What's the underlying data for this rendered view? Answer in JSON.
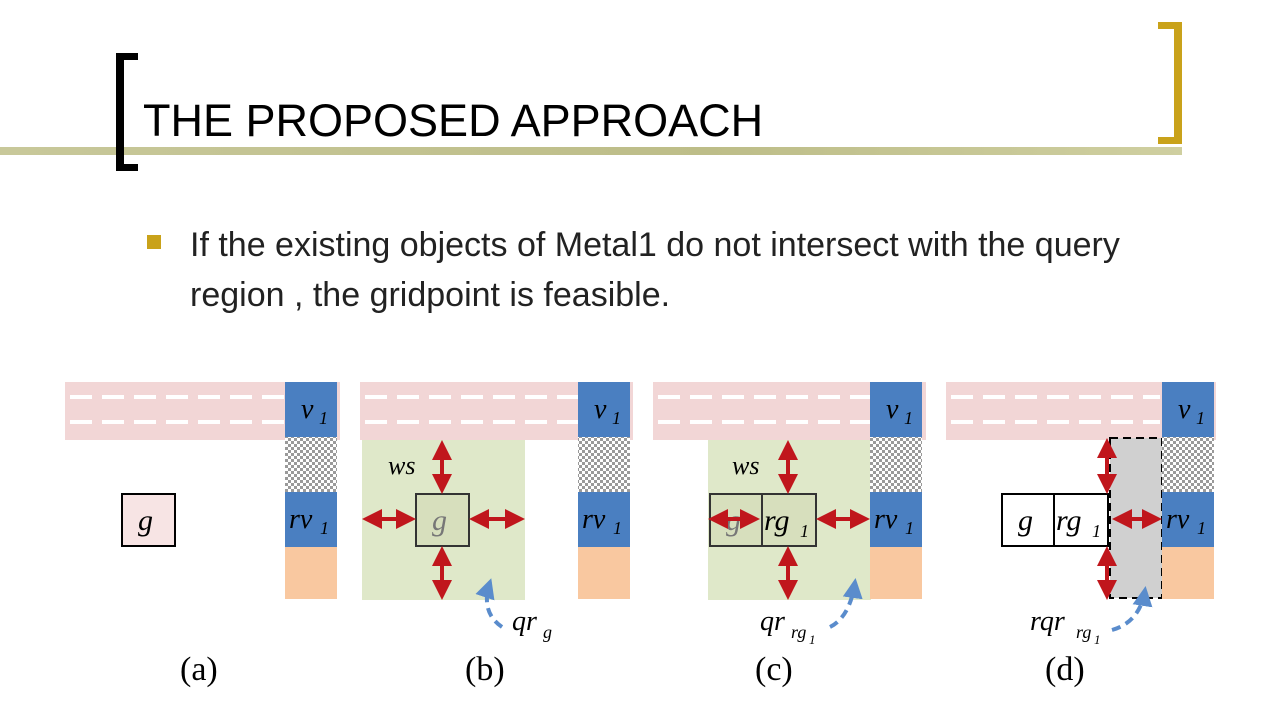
{
  "slide": {
    "title": "THE PROPOSED APPROACH",
    "bullet": "If the existing objects of Metal1 do not intersect with the query region , the gridpoint is feasible."
  },
  "colors": {
    "accent": "#c9a21a",
    "pink_band": "#f2d6d6",
    "blue_via": "#4a7fc1",
    "orange_block": "#f9c8a0",
    "green_region": "#dfe8c9",
    "gray_region": "#d0d0d0",
    "arrow_red": "#c0161c",
    "arrow_blue": "#5a8ccc"
  },
  "figure": {
    "panels": [
      {
        "caption": "(a)",
        "via_label": "v",
        "via_sub": "1",
        "rv_label": "rv",
        "rv_sub": "1",
        "g_label": "g"
      },
      {
        "caption": "(b)",
        "via_label": "v",
        "via_sub": "1",
        "rv_label": "rv",
        "rv_sub": "1",
        "g_label": "g",
        "ws_label": "ws",
        "qr_label": "qr",
        "qr_sub": "g"
      },
      {
        "caption": "(c)",
        "via_label": "v",
        "via_sub": "1",
        "rv_label": "rv",
        "rv_sub": "1",
        "g_label": "g",
        "rg_label": "rg",
        "rg_sub": "1",
        "ws_label": "ws",
        "qr_label": "qr",
        "qr_sub": "rg",
        "qr_subsub": "1"
      },
      {
        "caption": "(d)",
        "via_label": "v",
        "via_sub": "1",
        "rv_label": "rv",
        "rv_sub": "1",
        "g_label": "g",
        "rg_label": "rg",
        "rg_sub": "1",
        "qr_label": "rqr",
        "qr_sub": "rg",
        "qr_subsub": "1"
      }
    ]
  }
}
